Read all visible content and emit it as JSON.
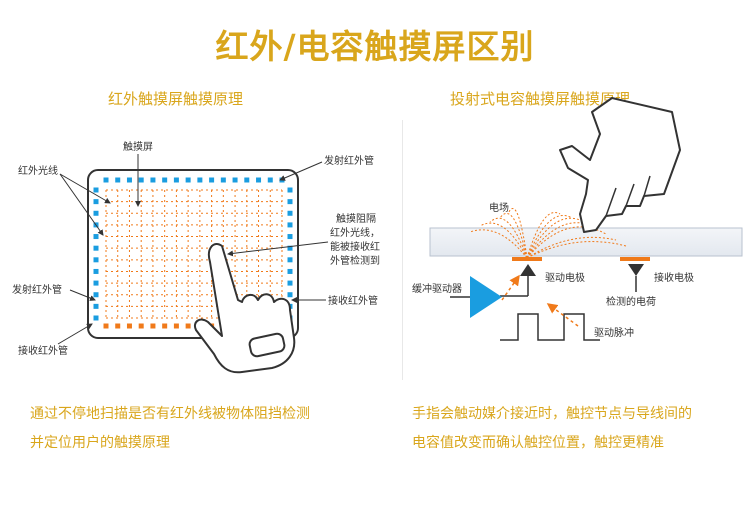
{
  "title": "红外/电容触摸屏区别",
  "left": {
    "subtitle": "红外触摸屏触摸原理",
    "labels": {
      "touch_screen": "触摸屏",
      "ir_light": "红外光线",
      "emit_tube_top": "发射红外管",
      "emit_tube_left": "发射红外管",
      "receive_tube_right": "接收红外管",
      "receive_tube_bottom": "接收红外管",
      "block_line1": "触摸阻隔",
      "block_line2": "红外光线，",
      "block_line3": "能被接收红",
      "block_line4": "外管检测到"
    },
    "caption_line1": "通过不停地扫描是否有红外线被物体阻挡检测",
    "caption_line2": "并定位用户的触摸原理"
  },
  "right": {
    "subtitle": "投射式电容触摸屏触摸原理",
    "labels": {
      "field": "电场",
      "drive_electrode": "驱动电极",
      "receive_electrode": "接收电极",
      "buffer_driver": "缓冲驱动器",
      "detected_charge": "检测的电荷",
      "drive_pulse": "驱动脉冲"
    },
    "caption_line1": "手指会触动媒介接近时，触控节点与导线间的",
    "caption_line2": "电容值改变而确认触控位置，触控更精准"
  },
  "colors": {
    "accent": "#d9a61c",
    "ir_blue": "#1a9de0",
    "ir_orange": "#f07a1a",
    "panel": "#d9e2ee"
  }
}
